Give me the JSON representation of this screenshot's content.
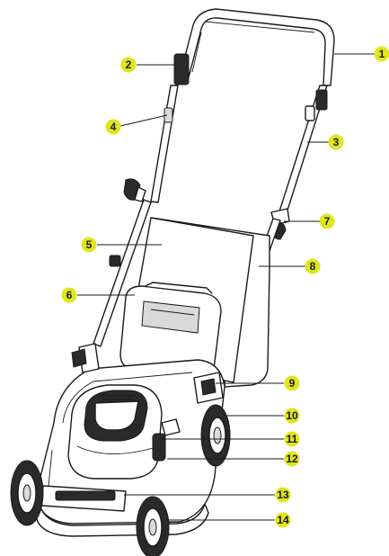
{
  "figure": {
    "subject": "lawn-mower-parts-diagram",
    "callout_color": "#e0e61a",
    "line_color": "#1a1a1a",
    "callouts": [
      "1",
      "2",
      "3",
      "4",
      "5",
      "6",
      "7",
      "8",
      "9",
      "10",
      "11",
      "12",
      "13",
      "14"
    ]
  }
}
